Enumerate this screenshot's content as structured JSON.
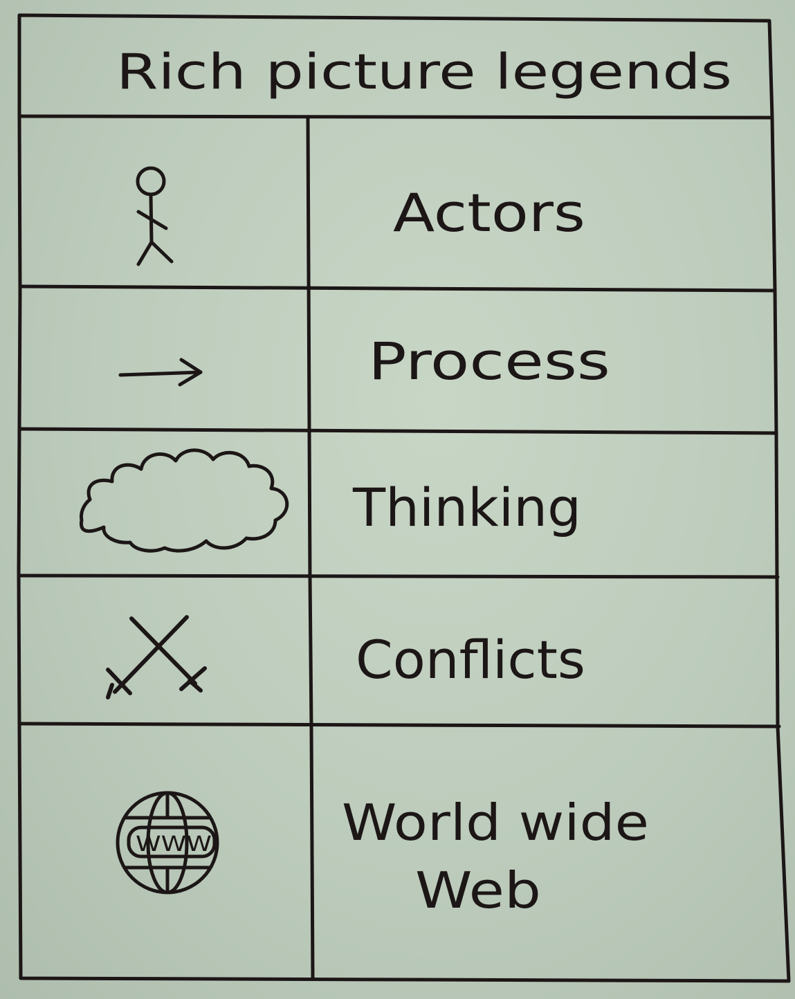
{
  "title": "Rich picture legends",
  "rows": [
    {
      "icon": "stick-figure-icon",
      "label": "Actors"
    },
    {
      "icon": "arrow-icon",
      "label": "Process"
    },
    {
      "icon": "cloud-icon",
      "label": "Thinking"
    },
    {
      "icon": "crossed-swords-icon",
      "label": "Conflicts"
    },
    {
      "icon": "globe-icon",
      "globe_text": "WWW",
      "label_lines": [
        "World wide",
        "Web"
      ]
    }
  ],
  "colors": {
    "paper": "#bccbbb",
    "ink": "#1c1616"
  }
}
